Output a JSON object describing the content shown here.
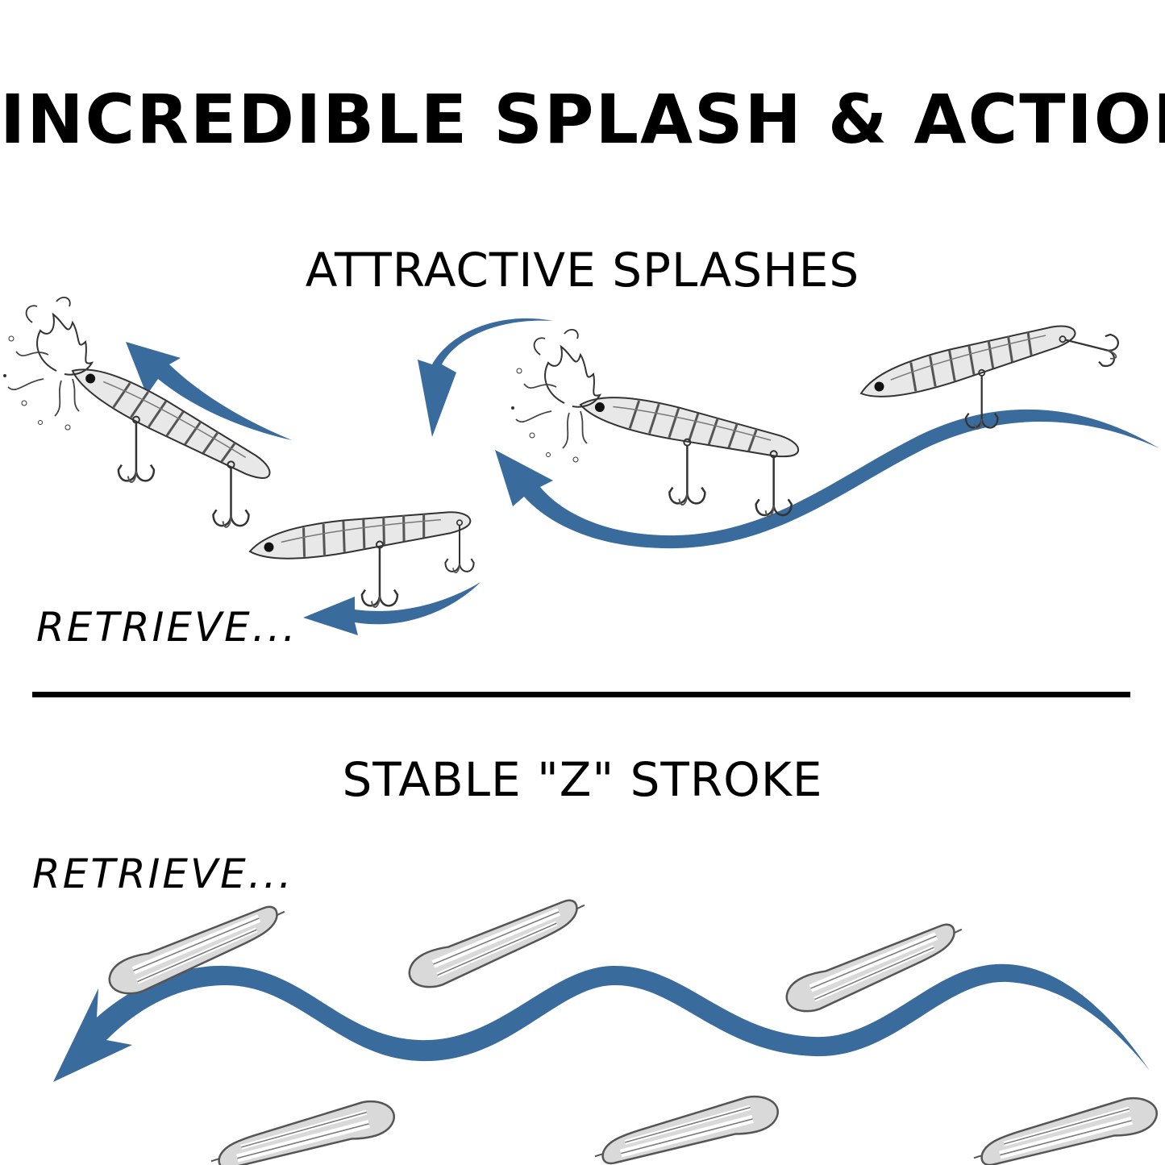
{
  "title": "INCREDIBLE SPLASH & ACTION",
  "sections": [
    {
      "heading": "ATTRACTIVE SPLASHES",
      "retrieve_label": "RETRIEVE..."
    },
    {
      "heading": "STABLE \"Z\" STROKE",
      "retrieve_label": "RETRIEVE..."
    }
  ],
  "colors": {
    "arrow": "#3a6b9d",
    "text": "#000000",
    "background": "#ffffff"
  },
  "icons": [
    "splash-icon",
    "lure-icon",
    "treble-hook-icon",
    "curved-arrow-icon",
    "wave-arrow-icon"
  ]
}
